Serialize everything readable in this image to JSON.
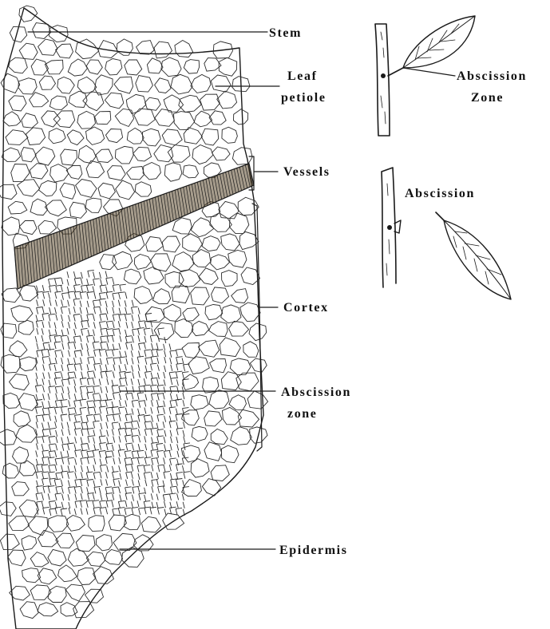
{
  "labels": {
    "stem": "Stem",
    "leaf_petiole_line1": "Leaf",
    "leaf_petiole_line2": "petiole",
    "vessels": "Vessels",
    "cortex": "Cortex",
    "abscission_zone_line1": "Abscission",
    "abscission_zone_line2": "zone",
    "epidermis": "Epidermis",
    "inset_top_line1": "Abscission",
    "inset_top_line2": "Zone",
    "inset_bottom": "Abscission"
  },
  "colors": {
    "ink": "#1a1a1a",
    "vessel_fill": "#5c4a2e",
    "background": "#ffffff"
  }
}
